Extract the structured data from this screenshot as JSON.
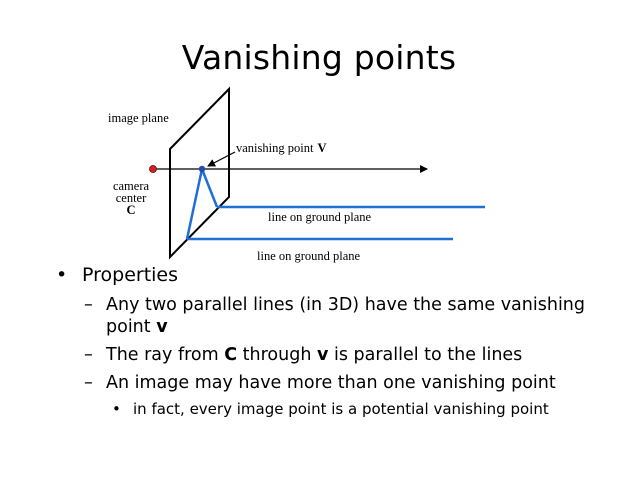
{
  "title": "Vanishing points",
  "diagram": {
    "image_plane_label": "image plane",
    "vanishing_point_label": "vanishing point",
    "vanishing_point_symbol": "V",
    "camera_label_1": "camera",
    "camera_label_2": "center",
    "camera_symbol": "C",
    "line_label_1": "line on ground plane",
    "line_label_2": "line on ground plane",
    "colors": {
      "lines": "#1f6fd6",
      "camera_center": "#cc2222",
      "frame": "#000000"
    }
  },
  "bullets": {
    "main": "Properties",
    "items": [
      {
        "text_before": "Any two parallel lines (in 3D) have the same vanishing point ",
        "bold": "v",
        "text_after": ""
      },
      {
        "text_before": "The ray from ",
        "bold": "C",
        "text_middle": " through ",
        "bold2": "v",
        "text_after": " is parallel to the lines"
      },
      {
        "text_before": "An image may have more than one vanishing point"
      }
    ],
    "sub": "in fact, every image point is a potential vanishing point",
    "dash": "–",
    "dot": "•"
  }
}
